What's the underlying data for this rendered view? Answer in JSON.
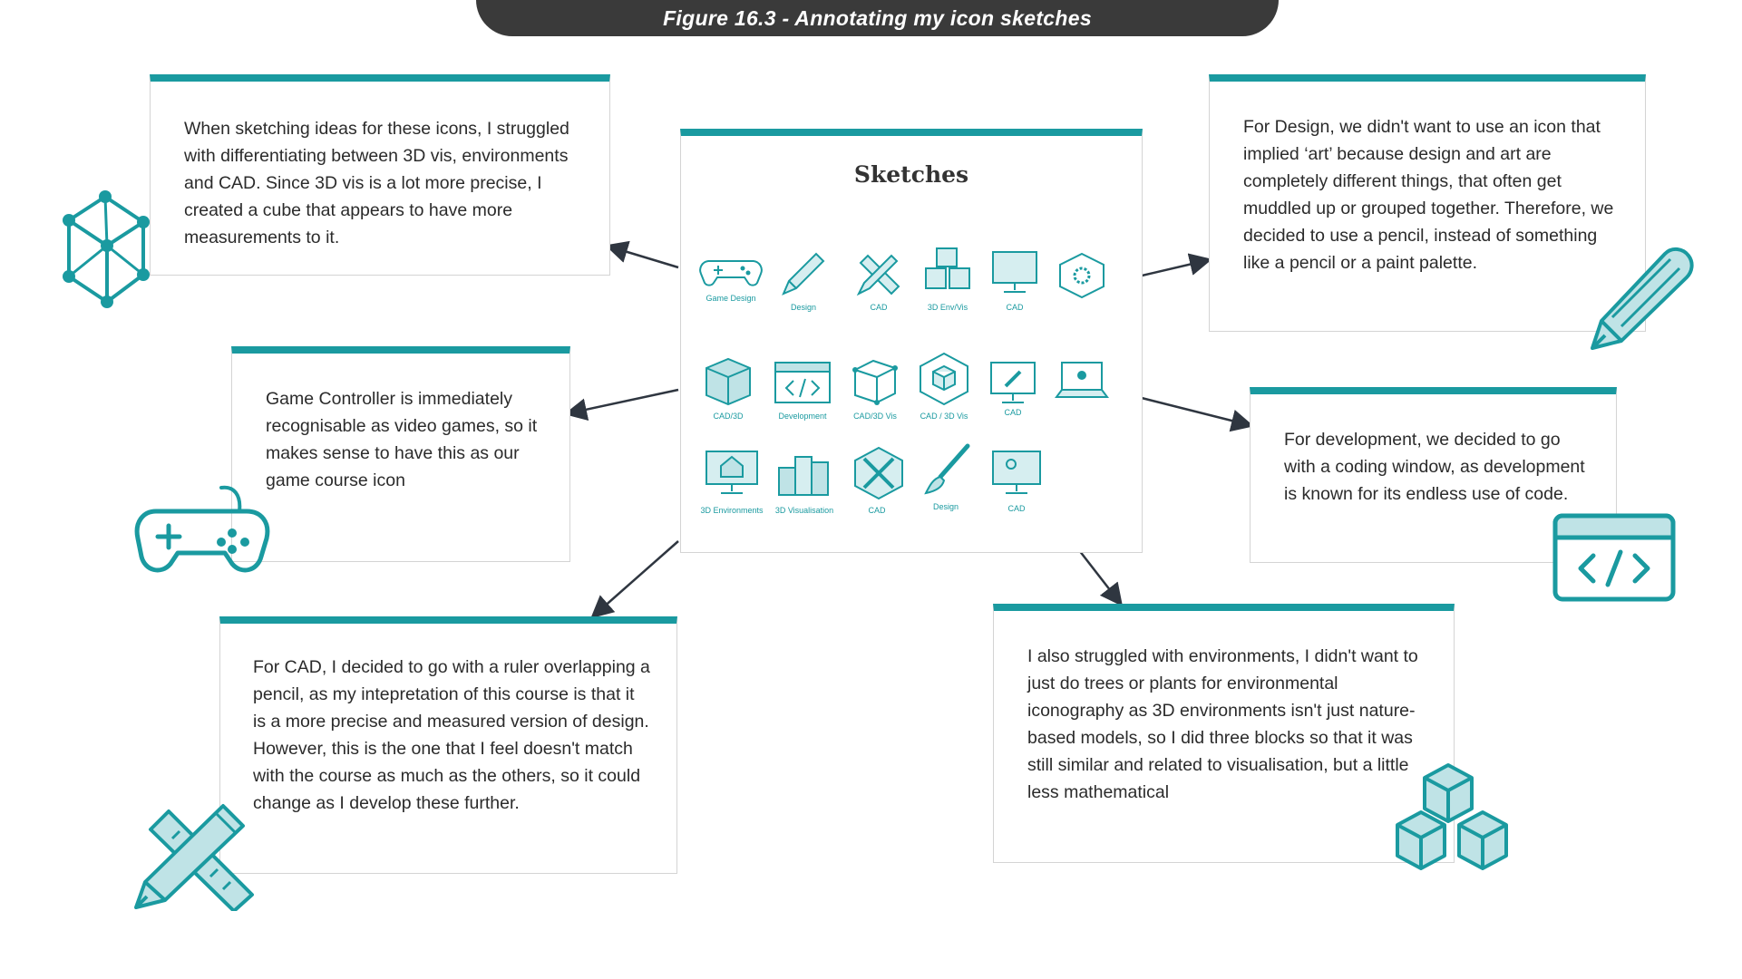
{
  "figure": {
    "caption": "Figure 16.3 - Annotating my icon sketches"
  },
  "sketches": {
    "title": "Sketches",
    "labels": [
      "Game Design",
      "Design",
      "CAD",
      "3D Env/Vis",
      "CAD",
      "CAD/3D",
      "Development",
      "CAD/3D Vis",
      "CAD / 3D Vis",
      "CAD",
      "3D Environments",
      "3D Visualisation",
      "CAD",
      "Design",
      "CAD"
    ]
  },
  "notes": {
    "cube": "When sketching ideas for these icons, I struggled with differentiating between 3D vis, environments and CAD. Since 3D vis is a lot more precise, I created a cube that appears to have more measurements to it.",
    "controller": "Game Controller is immediately recognisable as video games, so it makes sense to have this as our game course icon",
    "cad": "For CAD, I decided to go with a ruler overlapping a pencil, as my intepretation of this course is that it is a more precise and measured version of design. However, this is the one that I feel doesn't match with the course as much as the others, so it could change as I develop these further.",
    "design": "For Design, we didn't want to use an icon that implied ‘art’ because design and art are completely different things, that often get muddled up or grouped together. Therefore, we decided to use a pencil, instead of something like a pencil or a paint palette.",
    "development": "For development, we decided to go with a coding window, as development is known for its endless use of code.",
    "environments": "I also struggled with environments, I didn't want to just do trees or plants for environmental iconography as 3D environments isn't just nature-based models, so I did three blocks so that it was still similar and related to visualisation, but a little less mathematical"
  },
  "colors": {
    "accent": "#1a9aa0",
    "banner": "#3a3a3a",
    "arrow": "#2f3640"
  }
}
